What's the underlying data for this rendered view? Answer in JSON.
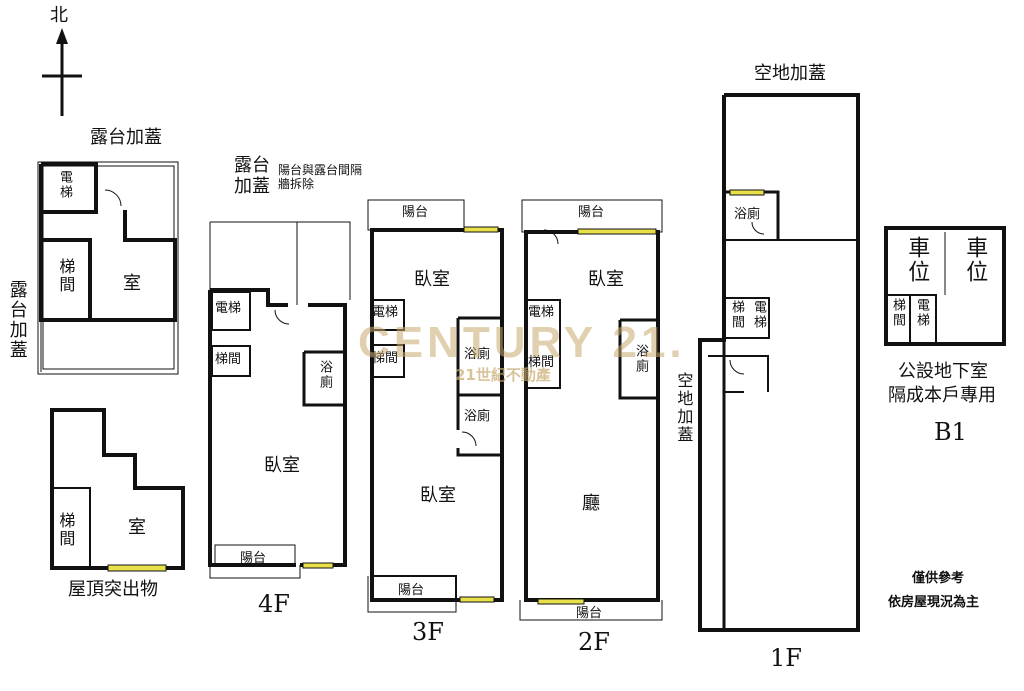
{
  "compass": {
    "label": "北"
  },
  "roof": {
    "terrace_addon": "露台加蓋",
    "elevator": "電梯",
    "stairs": "梯間",
    "room": "室",
    "side_terrace_addon": "露台加蓋"
  },
  "roof_structure": {
    "stairs": "梯間",
    "room": "室",
    "caption": "屋頂突出物"
  },
  "f4": {
    "terrace_addon": "露台加蓋",
    "note": "陽台與露台間隔牆拆除",
    "elevator": "電梯",
    "stairs": "梯間",
    "bath": "浴廁",
    "bedroom": "臥室",
    "balcony": "陽台",
    "name": "4F"
  },
  "f3": {
    "balcony_top": "陽台",
    "bedroom_top": "臥室",
    "elevator": "電梯",
    "stairs": "梯間",
    "bath1": "浴廁",
    "bath2": "浴廁",
    "bedroom": "臥室",
    "balcony_bottom": "陽台",
    "name": "3F"
  },
  "f2": {
    "balcony_top": "陽台",
    "bedroom": "臥室",
    "elevator": "電梯",
    "stairs": "梯間",
    "bath": "浴廁",
    "living": "廳",
    "balcony_bottom": "陽台",
    "name": "2F",
    "side_addon": "空地加蓋"
  },
  "f1": {
    "top_addon": "空地加蓋",
    "bath": "浴廁",
    "stairs": "梯間",
    "elevator": "電梯",
    "name": "1F"
  },
  "b1": {
    "parking1": "車位",
    "parking2": "車位",
    "stairs": "梯間",
    "elevator": "電梯",
    "note1": "公設地下室",
    "note2": "隔成本戶專用",
    "name": "B1"
  },
  "disclaimer": {
    "line1": "僅供參考",
    "line2": "依房屋現況為主"
  },
  "watermark": {
    "brand": "CENTURY 21.",
    "sub": "21世紀不動產"
  },
  "colors": {
    "wall": "#111111",
    "window": "#e8e04a",
    "watermark": "#c8aa6e"
  }
}
